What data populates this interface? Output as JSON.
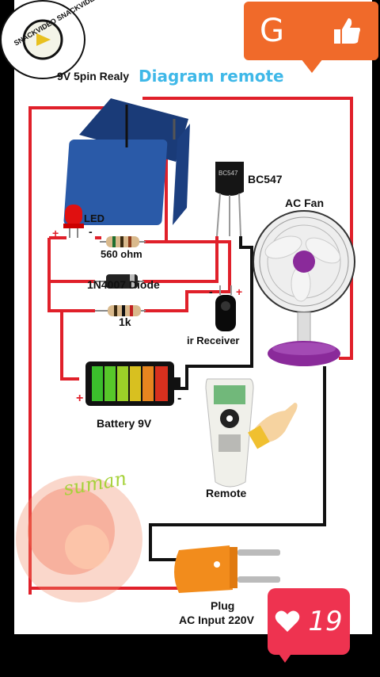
{
  "header": {
    "relay_title": "9V 5pin Realy",
    "diagram_title": "Diagram remote"
  },
  "watermark": {
    "ring_text": "SNACKVIDEO SNACKVIDEO SNACKVIDEO",
    "overlay_name": "suman"
  },
  "badges": {
    "g_letter": "G",
    "likes": "19"
  },
  "components": {
    "led": "LED",
    "resistor_560": "560 ohm",
    "diode": "1N4007 Diode",
    "resistor_1k": "1k",
    "transistor": "BC547",
    "transistor_marking": "BC547",
    "ir_receiver": "ir Receiver",
    "ac_fan": "AC Fan",
    "battery": "Battery 9V",
    "remote": "Remote",
    "plug_title": "Plug",
    "plug_subtitle": "AC Input 220V"
  },
  "polarity": {
    "plus": "+",
    "minus": "-"
  },
  "colors": {
    "wire_red": "#e0202a",
    "wire_black": "#111111",
    "relay_blue": "#2a5aa8",
    "title_blue": "#3fb8e8",
    "badge_orange": "#f06a2a",
    "badge_red": "#ee3350",
    "plug_orange": "#f28c1c",
    "fan_purple": "#8a2a9a"
  }
}
